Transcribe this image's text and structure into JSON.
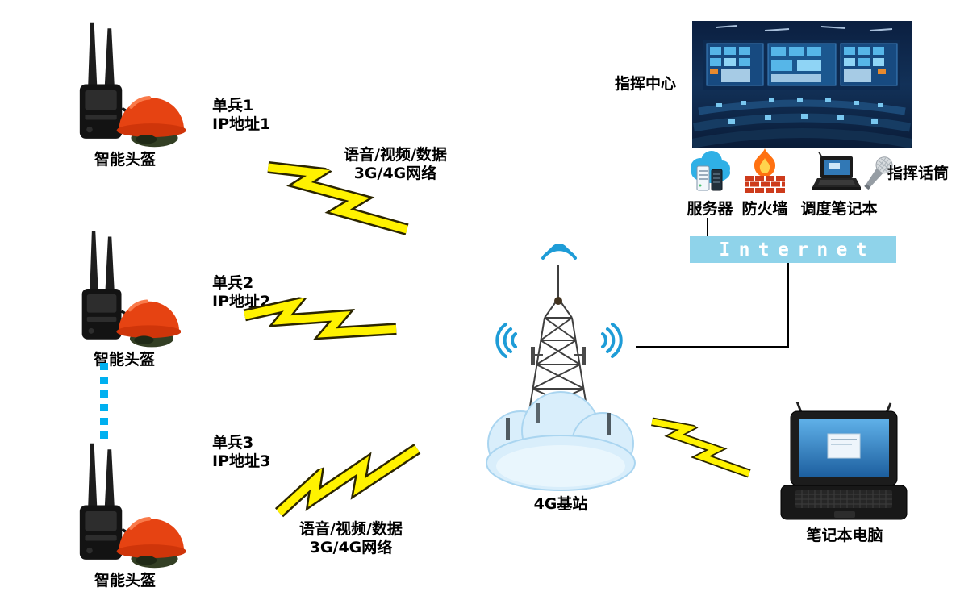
{
  "diagram": {
    "helmets": [
      {
        "label": "智能头盔"
      },
      {
        "label": "智能头盔"
      },
      {
        "label": "智能头盔"
      }
    ],
    "soldiers": [
      {
        "line1": "单兵1",
        "line2": "IP地址1"
      },
      {
        "line1": "单兵2",
        "line2": "IP地址2"
      },
      {
        "line1": "单兵3",
        "line2": "IP地址3"
      }
    ],
    "links": {
      "top": {
        "line1": "语音/视频/数据",
        "line2": "3G/4G网络"
      },
      "bottom": {
        "line1": "语音/视频/数据",
        "line2": "3G/4G网络"
      }
    },
    "base_station": {
      "label": "4G基站"
    },
    "command_center": {
      "label": "指挥中心"
    },
    "server": {
      "label": "服务器"
    },
    "firewall": {
      "label": "防火墙"
    },
    "dispatch_laptop": {
      "label": "调度笔记本"
    },
    "command_mic": {
      "label": "指挥话筒"
    },
    "internet": {
      "label": "Internet"
    },
    "laptop": {
      "label": "笔记本电脑"
    }
  },
  "colors": {
    "lightning_fill": "#FFF200",
    "lightning_outline": "#2B2500",
    "internet_bar": "#8FD3EA",
    "dotted_line": "#00B0F0",
    "wifi": "#1E9CD7",
    "helmet_red": "#E64312",
    "cloud_fill": "#D9EEFB"
  }
}
